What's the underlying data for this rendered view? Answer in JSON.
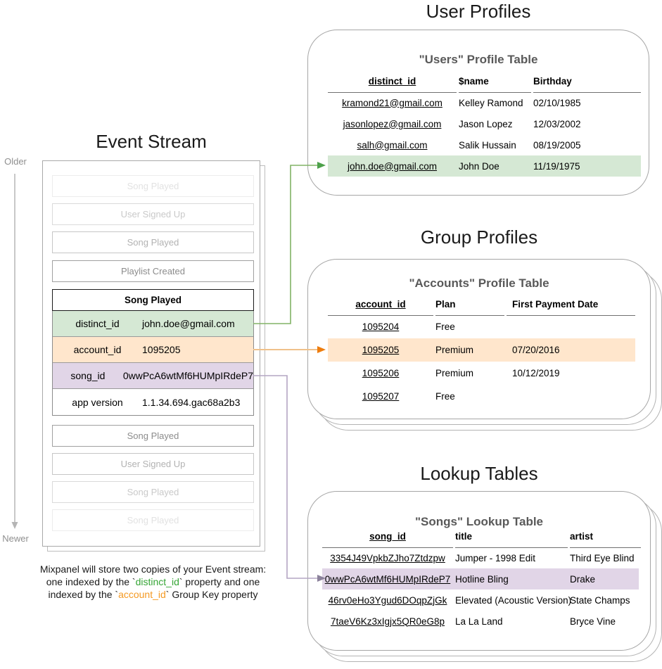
{
  "event_stream": {
    "title": "Event Stream",
    "older_label": "Older",
    "newer_label": "Newer",
    "events_before": [
      {
        "label": "Song Played"
      },
      {
        "label": "User Signed Up"
      },
      {
        "label": "Song Played"
      },
      {
        "label": "Playlist Created"
      }
    ],
    "expanded_event": {
      "title": "Song Played",
      "properties": [
        {
          "key": "distinct_id",
          "value": "john.doe@gmail.com"
        },
        {
          "key": "account_id",
          "value": "1095205"
        },
        {
          "key": "song_id",
          "value": "0wwPcA6wtMf6HUMpIRdeP7"
        },
        {
          "key": "app version",
          "value": "1.1.34.694.gac68a2b3"
        }
      ]
    },
    "events_after": [
      {
        "label": "Song Played"
      },
      {
        "label": "User Signed Up"
      },
      {
        "label": "Song Played"
      },
      {
        "label": "Song Played"
      }
    ]
  },
  "user_profiles": {
    "section_title": "User Profiles",
    "table_title": "\"Users\" Profile Table",
    "columns": [
      "distinct_id",
      "$name",
      "Birthday"
    ],
    "rows": [
      [
        "kramond21@gmail.com",
        "Kelley Ramond",
        "02/10/1985"
      ],
      [
        "jasonlopez@gmail.com",
        "Jason Lopez",
        "12/03/2002"
      ],
      [
        "salh@gmail.com",
        "Salik Hussain",
        "08/19/2005"
      ],
      [
        "john.doe@gmail.com",
        "John Doe",
        "11/19/1975"
      ]
    ]
  },
  "group_profiles": {
    "section_title": "Group Profiles",
    "table_title": "\"Accounts\" Profile Table",
    "columns": [
      "account_id",
      "Plan",
      "First Payment Date"
    ],
    "rows": [
      [
        "1095204",
        "Free",
        ""
      ],
      [
        "1095205",
        "Premium",
        "07/20/2016"
      ],
      [
        "1095206",
        "Premium",
        "10/12/2019"
      ],
      [
        "1095207",
        "Free",
        ""
      ]
    ]
  },
  "lookup_tables": {
    "section_title": "Lookup Tables",
    "table_title": "\"Songs\" Lookup Table",
    "columns": [
      "song_id",
      "title",
      "artist"
    ],
    "rows": [
      [
        "3354J49VpkbZJho7Ztdzpw",
        "Jumper - 1998 Edit",
        "Third Eye Blind"
      ],
      [
        "0wwPcA6wtMf6HUMpIRdeP7",
        "Hotline Bling",
        "Drake"
      ],
      [
        "46rv0eHo3Ygud6DOqpZjGk",
        "Elevated (Acoustic Version)",
        "State Champs"
      ],
      [
        "7taeV6Kz3xIgjx5QR0eG8p",
        "La La Land",
        "Bryce Vine"
      ]
    ]
  },
  "caption": {
    "line1": "Mixpanel will store two copies of your Event stream:",
    "line2_before": "one indexed by the `",
    "line2_highlight": "distinct_id",
    "line2_after": "` property and one",
    "line3_before": "indexed by the `",
    "line3_highlight": "account_id",
    "line3_after": "` Group Key property"
  },
  "colors": {
    "green_fill": "#d5e8d4",
    "orange_fill": "#ffe6cc",
    "purple_fill": "#e1d5e7",
    "green_arrow_line": "#82b366",
    "green_arrow_head": "#4da14a",
    "orange_arrow_line": "#f0c18a",
    "orange_arrow_head": "#ee7d0e",
    "purple_arrow_line": "#b4a5c3",
    "purple_arrow_head": "#8c829b",
    "caption_green": "#35a535",
    "caption_orange": "#f59a23"
  }
}
